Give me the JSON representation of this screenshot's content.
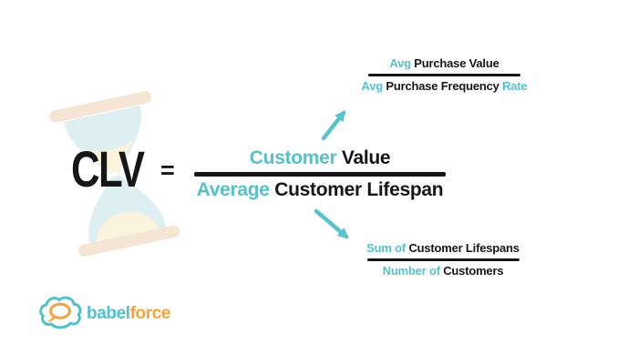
{
  "colors": {
    "teal": "#54C2CC",
    "black": "#161616",
    "arrow_teal": "#56C4CE",
    "logo_teal": "#4FC1CB",
    "logo_orange": "#F7A23C",
    "glass_blue": "#DEEFF2",
    "sand_cream": "#FBF3DC",
    "cap_beige": "#F5E5D4"
  },
  "formula": {
    "lhs": "CLV",
    "equals": "=",
    "main_fraction": {
      "numerator": [
        {
          "text": "Customer",
          "color": "teal"
        },
        {
          "text": " Value",
          "color": "black"
        }
      ],
      "denominator": [
        {
          "text": "Average",
          "color": "teal"
        },
        {
          "text": " Customer Lifespan",
          "color": "black"
        }
      ]
    },
    "top_fraction": {
      "numerator": [
        {
          "text": "Avg",
          "color": "teal"
        },
        {
          "text": " Purchase Value",
          "color": "black"
        }
      ],
      "denominator": [
        {
          "text": "Avg",
          "color": "teal"
        },
        {
          "text": " Purchase Frequency",
          "color": "black"
        },
        {
          "text": " Rate",
          "color": "teal"
        }
      ]
    },
    "bottom_fraction": {
      "numerator": [
        {
          "text": "Sum of",
          "color": "teal"
        },
        {
          "text": " Customer Lifespans",
          "color": "black"
        }
      ],
      "denominator": [
        {
          "text": "Number of",
          "color": "teal"
        },
        {
          "text": " Customers",
          "color": "black"
        }
      ]
    }
  },
  "logo": {
    "brand_first": "babel",
    "brand_second": "force"
  },
  "icons": {
    "hourglass": "hourglass-illustration",
    "arrow_up": "arrow-pointing-up-right",
    "arrow_down": "arrow-pointing-down-right",
    "cloud": "cloud-speech-bubble"
  }
}
